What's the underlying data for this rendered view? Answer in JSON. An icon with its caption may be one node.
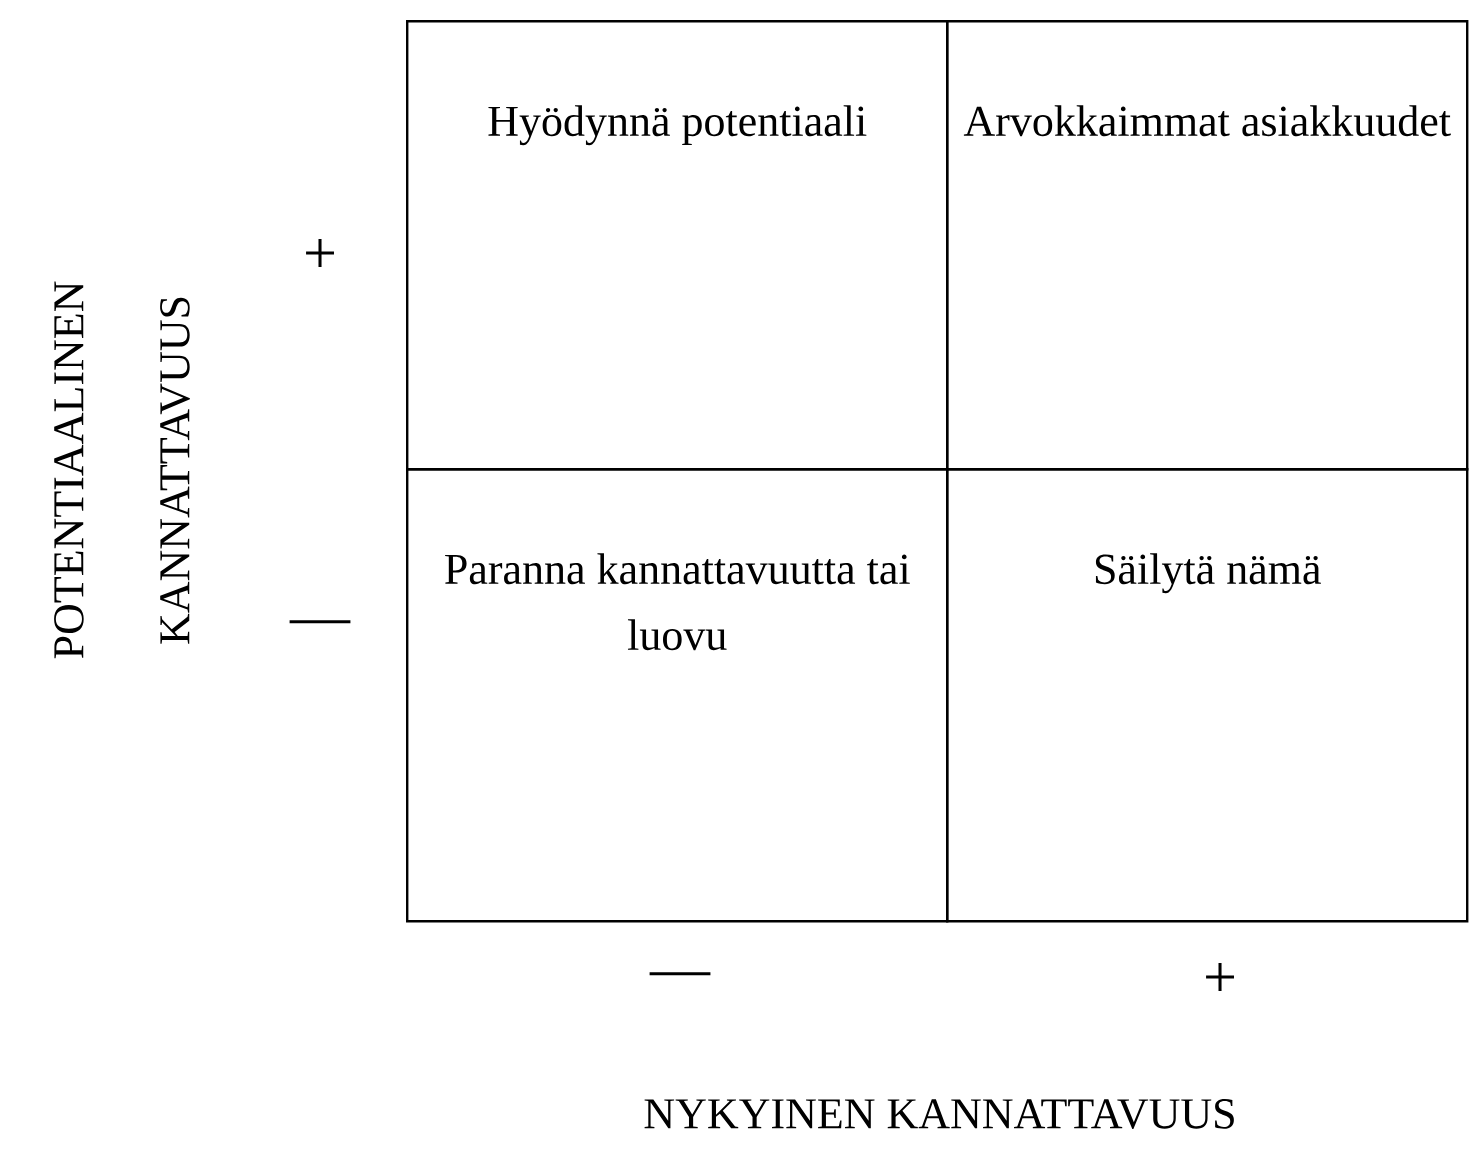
{
  "diagram": {
    "nodes": [
      {
        "text": [
          "Hyödynnä potentiaali"
        ]
      },
      {
        "text": [
          "Arvokkaimmat asiakkuudet"
        ]
      },
      {
        "text": [
          "Paranna kannattavuutta tai luovu"
        ]
      },
      {
        "text": [
          "Säilytä nämä"
        ]
      }
    ],
    "labels": [
      "POTENTIAALINEN KANNATTAVUUS",
      "+",
      "—",
      "—",
      "+",
      "NYKYINEN KANNATTAVUUS"
    ]
  }
}
